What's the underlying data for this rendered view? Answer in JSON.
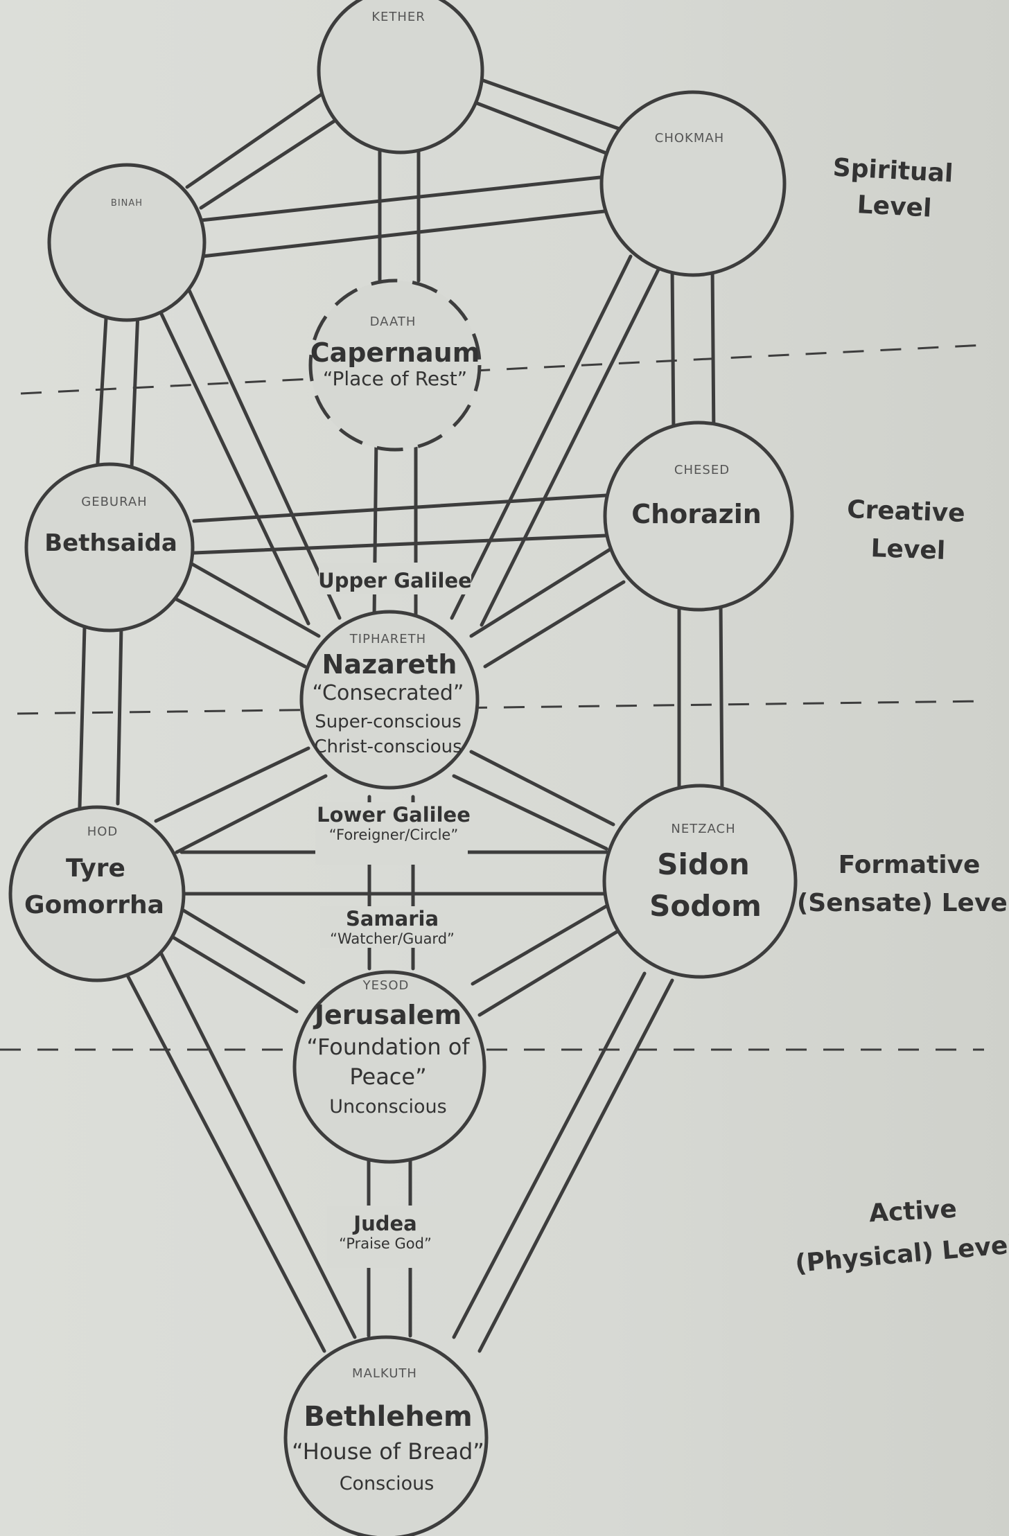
{
  "nodes": {
    "kether": {
      "sephirah": "KETHER"
    },
    "chokmah": {
      "sephirah": "CHOKMAH"
    },
    "binah": {
      "sephirah": "BINAH"
    },
    "daath": {
      "sephirah": "DAATH",
      "city": "Capernaum",
      "meaning": "“Place of Rest”"
    },
    "chesed": {
      "sephirah": "CHESED",
      "city": "Chorazin"
    },
    "geburah": {
      "sephirah": "GEBURAH",
      "city": "Bethsaida"
    },
    "tiphareth": {
      "sephirah": "TIPHARETH",
      "city": "Nazareth",
      "meaning": "“Consecrated”",
      "line1": "Super-conscious",
      "line2": "Christ-conscious"
    },
    "netzach": {
      "sephirah": "NETZACH",
      "city1": "Sidon",
      "city2": "Sodom"
    },
    "hod": {
      "sephirah": "HOD",
      "city1": "Tyre",
      "city2": "Gomorrha"
    },
    "yesod": {
      "sephirah": "YESOD",
      "city": "Jerusalem",
      "meaning1": "“Foundation of",
      "meaning2": "Peace”",
      "line1": "Unconscious"
    },
    "malkuth": {
      "sephirah": "MALKUTH",
      "city": "Bethlehem",
      "meaning": "“House of Bread”",
      "line1": "Conscious"
    }
  },
  "regions": {
    "upper_galilee": {
      "name": "Upper Galilee"
    },
    "lower_galilee": {
      "name": "Lower Galilee",
      "meaning": "“Foreigner/Circle”"
    },
    "samaria": {
      "name": "Samaria",
      "meaning": "“Watcher/Guard”"
    },
    "judea": {
      "name": "Judea",
      "meaning": "“Praise God”"
    }
  },
  "levels": {
    "spiritual": [
      "Spiritual",
      "Level"
    ],
    "creative": [
      "Creative",
      "Level"
    ],
    "formative": [
      "Formative",
      "(Sensate) Level"
    ],
    "active": [
      "Active",
      "(Physical) Level"
    ]
  }
}
